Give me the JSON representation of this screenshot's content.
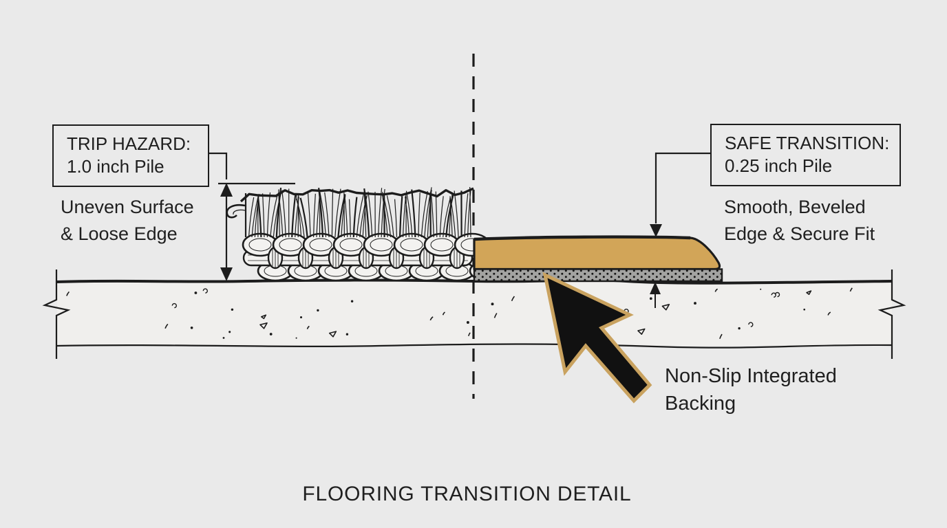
{
  "title": "FLOORING TRANSITION DETAIL",
  "left_label": {
    "line1": "TRIP HAZARD:",
    "line2": "1.0 inch Pile"
  },
  "left_caption": {
    "line1": "Uneven Surface",
    "line2": "& Loose Edge"
  },
  "right_label": {
    "line1": "SAFE TRANSITION:",
    "line2": "0.25 inch Pile"
  },
  "right_caption": {
    "line1": "Smooth, Beveled",
    "line2": "Edge & Secure Fit"
  },
  "backing_callout": {
    "line1": "Non-Slip Integrated",
    "line2": "Backing"
  },
  "icons": {
    "pointer": "cursor-arrow-icon"
  },
  "colors": {
    "background": "#eaeaea",
    "ink": "#1c1c1c",
    "mat": "#d2a558",
    "cursor_outline": "#c9a25f",
    "backing_gray": "#a3a3a1"
  }
}
